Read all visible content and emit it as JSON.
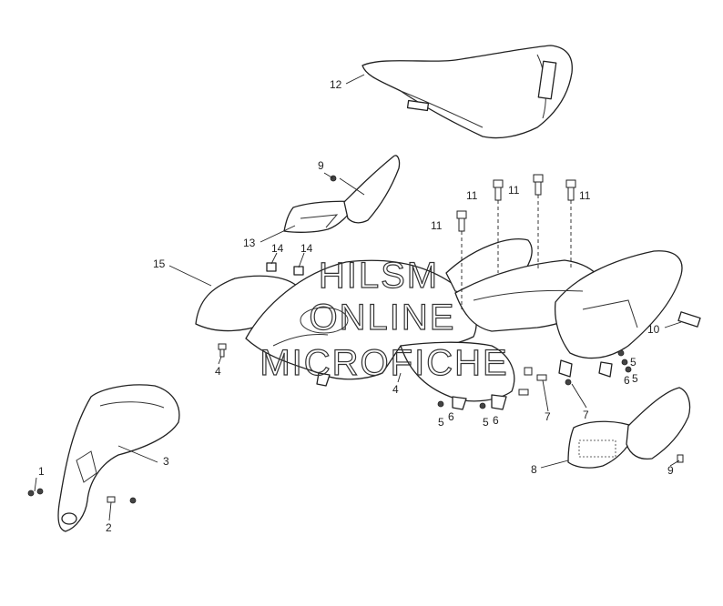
{
  "watermark": {
    "line1": "HILSM",
    "line2": "ONLINE",
    "line3": "MICROFICHE"
  },
  "callouts": [
    {
      "id": "c12",
      "label": "12"
    },
    {
      "id": "c9a",
      "label": "9"
    },
    {
      "id": "c11a",
      "label": "11"
    },
    {
      "id": "c11b",
      "label": "11"
    },
    {
      "id": "c11c",
      "label": "11"
    },
    {
      "id": "c11d",
      "label": "11"
    },
    {
      "id": "c13",
      "label": "13"
    },
    {
      "id": "c14a",
      "label": "14"
    },
    {
      "id": "c14b",
      "label": "14"
    },
    {
      "id": "c15",
      "label": "15"
    },
    {
      "id": "c10",
      "label": "10"
    },
    {
      "id": "c4a",
      "label": "4"
    },
    {
      "id": "c4b",
      "label": "4"
    },
    {
      "id": "c5a",
      "label": "5"
    },
    {
      "id": "c6a",
      "label": "6"
    },
    {
      "id": "c5b",
      "label": "5"
    },
    {
      "id": "c6b",
      "label": "6"
    },
    {
      "id": "c7a",
      "label": "7"
    },
    {
      "id": "c7b",
      "label": "7"
    },
    {
      "id": "c5c",
      "label": "5"
    },
    {
      "id": "c6c",
      "label": "6"
    },
    {
      "id": "c5d",
      "label": "5"
    },
    {
      "id": "c3",
      "label": "3"
    },
    {
      "id": "c1",
      "label": "1"
    },
    {
      "id": "c2",
      "label": "2"
    },
    {
      "id": "c8",
      "label": "8"
    },
    {
      "id": "c9b",
      "label": "9"
    }
  ]
}
